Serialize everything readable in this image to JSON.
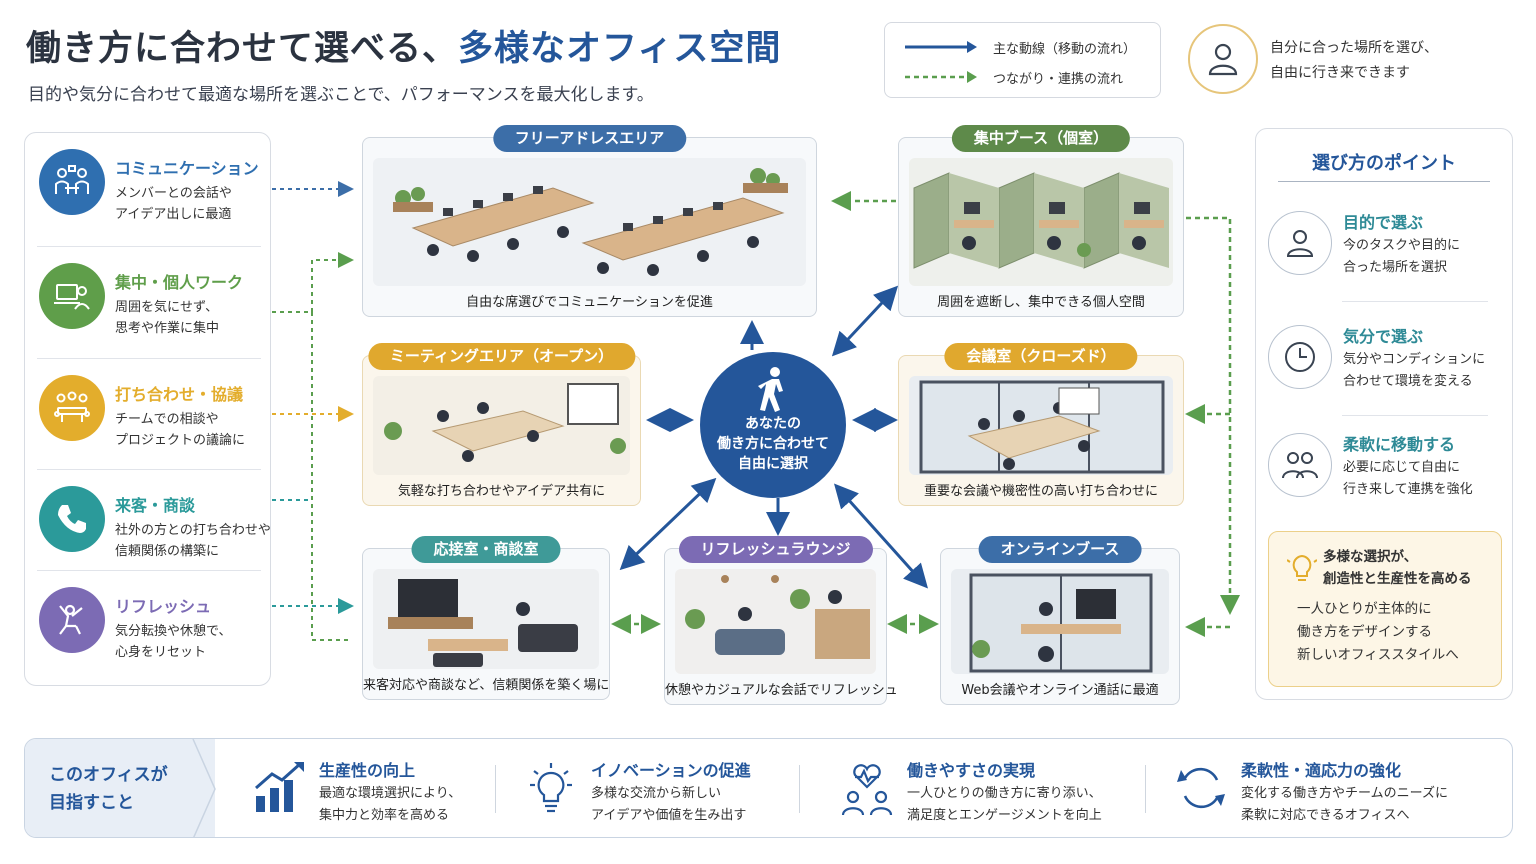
{
  "header": {
    "title_plain": "働き方に合わせて選べる、",
    "title_accent": "多様なオフィス空間",
    "subtitle": "目的や気分に合わせて最適な場所を選ぶことで、パフォーマンスを最大化します。"
  },
  "legend": {
    "main_flow": "主な動線（移動の流れ）",
    "connection_flow": "つながり・連携の流れ"
  },
  "free_move": {
    "line1": "自分に合った場所を選び、",
    "line2": "自由に行き来できます"
  },
  "activities": [
    {
      "name": "コミュニケーション",
      "desc1": "メンバーとの会話や",
      "desc2": "アイデア出しに最適",
      "color": "#2f6fb0",
      "icon": "people-talk-icon"
    },
    {
      "name": "集中・個人ワーク",
      "desc1": "周囲を気にせず、",
      "desc2": "思考や作業に集中",
      "color": "#5f9e4a",
      "icon": "laptop-person-icon"
    },
    {
      "name": "打ち合わせ・協議",
      "desc1": "チームでの相談や",
      "desc2": "プロジェクトの議論に",
      "color": "#e3ad2c",
      "icon": "meeting-table-icon"
    },
    {
      "name": "来客・商談",
      "desc1": "社外の方との打ち合わせや",
      "desc2": "信頼関係の構築に",
      "color": "#2b9a9a",
      "icon": "phone-icon"
    },
    {
      "name": "リフレッシュ",
      "desc1": "気分転換や休憩で、",
      "desc2": "心身をリセット",
      "color": "#7c6bb4",
      "icon": "stretch-person-icon"
    }
  ],
  "zones": {
    "free_address": {
      "title": "フリーアドレスエリア",
      "caption": "自由な席選びでコミュニケーションを促進",
      "color": "#3c6ea8"
    },
    "focus_booth": {
      "title": "集中ブース（個室）",
      "caption": "周囲を遮断し、集中できる個人空間",
      "color": "#5e8a4a"
    },
    "meeting_open": {
      "title": "ミーティングエリア（オープン）",
      "caption": "気軽な打ち合わせやアイデア共有に",
      "color": "#e0a82e"
    },
    "meeting_closed": {
      "title": "会議室（クローズド）",
      "caption": "重要な会議や機密性の高い打ち合わせに",
      "color": "#e0a82e"
    },
    "reception": {
      "title": "応接室・商談室",
      "caption": "来客対応や商談など、信頼関係を築く場に",
      "color": "#3f9a98"
    },
    "refresh": {
      "title": "リフレッシュラウンジ",
      "caption": "休憩やカジュアルな会話でリフレッシュ",
      "color": "#7c6bb4"
    },
    "online_booth": {
      "title": "オンラインブース",
      "caption": "Web会議やオンライン通話に最適",
      "color": "#3c6ea8"
    }
  },
  "hub": {
    "line1": "あなたの",
    "line2": "働き方に合わせて",
    "line3": "自由に選択"
  },
  "points": {
    "title": "選び方のポイント",
    "items": [
      {
        "name": "目的で選ぶ",
        "desc1": "今のタスクや目的に",
        "desc2": "合った場所を選択",
        "icon": "person-icon"
      },
      {
        "name": "気分で選ぶ",
        "desc1": "気分やコンディションに",
        "desc2": "合わせて環境を変える",
        "icon": "clock-icon"
      },
      {
        "name": "柔軟に移動する",
        "desc1": "必要に応じて自由に",
        "desc2": "行き来して連携を強化",
        "icon": "group-icon"
      }
    ],
    "note": {
      "head1": "多様な選択が、",
      "head2": "創造性と生産性を高める",
      "body1": "一人ひとりが主体的に",
      "body2": "働き方をデザインする",
      "body3": "新しいオフィススタイルへ"
    }
  },
  "goals": {
    "lead1": "このオフィスが",
    "lead2": "目指すこと",
    "items": [
      {
        "name": "生産性の向上",
        "desc1": "最適な環境選択により、",
        "desc2": "集中力と効率を高める",
        "icon": "growth-chart-icon"
      },
      {
        "name": "イノベーションの促進",
        "desc1": "多様な交流から新しい",
        "desc2": "アイデアや価値を生み出す",
        "icon": "lightbulb-icon"
      },
      {
        "name": "働きやすさの実現",
        "desc1": "一人ひとりの働き方に寄り添い、",
        "desc2": "満足度とエンゲージメントを向上",
        "icon": "heart-people-icon"
      },
      {
        "name": "柔軟性・適応力の強化",
        "desc1": "変化する働き方やチームのニーズに",
        "desc2": "柔軟に対応できるオフィスへ",
        "icon": "refresh-icon"
      }
    ]
  },
  "colors": {
    "primary": "#24569a",
    "connection": "#5a9e4e"
  }
}
